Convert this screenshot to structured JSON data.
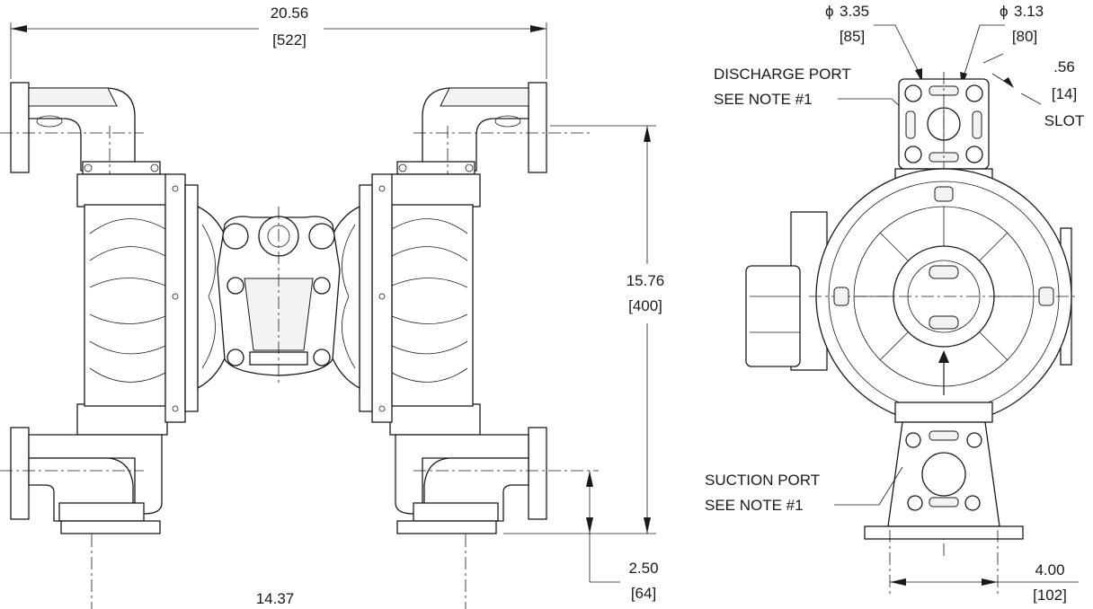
{
  "front_view": {
    "overall_width": {
      "inches": "20.56",
      "mm": "[522]"
    },
    "height": {
      "inches": "15.76",
      "mm": "[400]"
    },
    "suction_height": {
      "inches": "2.50",
      "mm": "[64]"
    },
    "mount_spacing": {
      "inches": "14.37"
    }
  },
  "side_view": {
    "discharge_bolt_circle": {
      "inches": "3.35",
      "mm": "[85]"
    },
    "discharge_bolt_circle_2": {
      "inches": "3.13",
      "mm": "[80]"
    },
    "slot": {
      "inches": ".56",
      "mm": "[14]",
      "label": "SLOT"
    },
    "discharge_note": {
      "line1": "DISCHARGE PORT",
      "line2": "SEE NOTE #1"
    },
    "suction_note": {
      "line1": "SUCTION PORT",
      "line2": "SEE NOTE #1"
    },
    "base_width": {
      "inches": "4.00",
      "mm": "[102]"
    }
  },
  "symbols": {
    "diameter": "ϕ"
  }
}
